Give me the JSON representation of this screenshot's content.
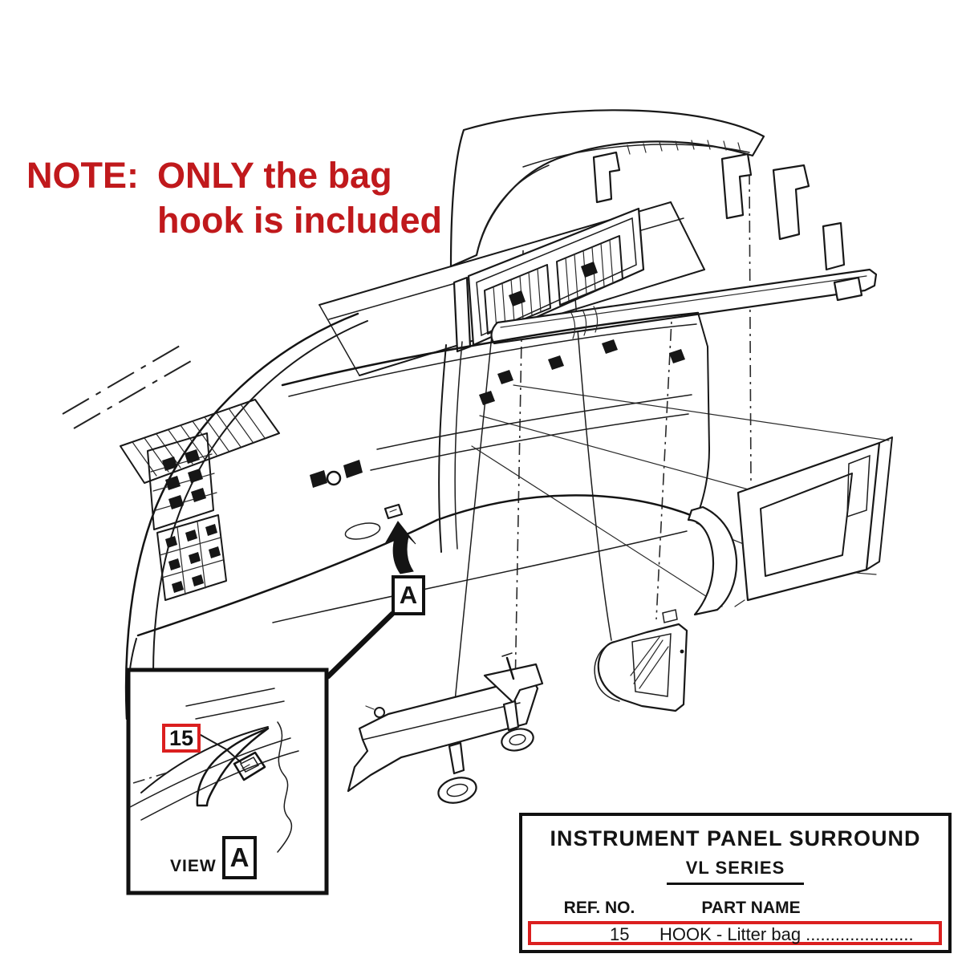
{
  "note": {
    "prefix": "NOTE:",
    "line1": "ONLY the bag",
    "line2": "hook is included"
  },
  "view_callout": {
    "letter": "A"
  },
  "inset": {
    "ref_no": "15",
    "view_label": "VIEW",
    "view_letter": "A"
  },
  "parts_table": {
    "title": "INSTRUMENT PANEL SURROUND",
    "series": "VL SERIES",
    "columns": [
      "REF. NO.",
      "PART NAME"
    ],
    "rows": [
      [
        "15",
        "HOOK - Litter bag ......................"
      ]
    ]
  },
  "colors": {
    "note_red": "#c0191c",
    "box_red": "#db1f1f",
    "ink": "#161616"
  }
}
